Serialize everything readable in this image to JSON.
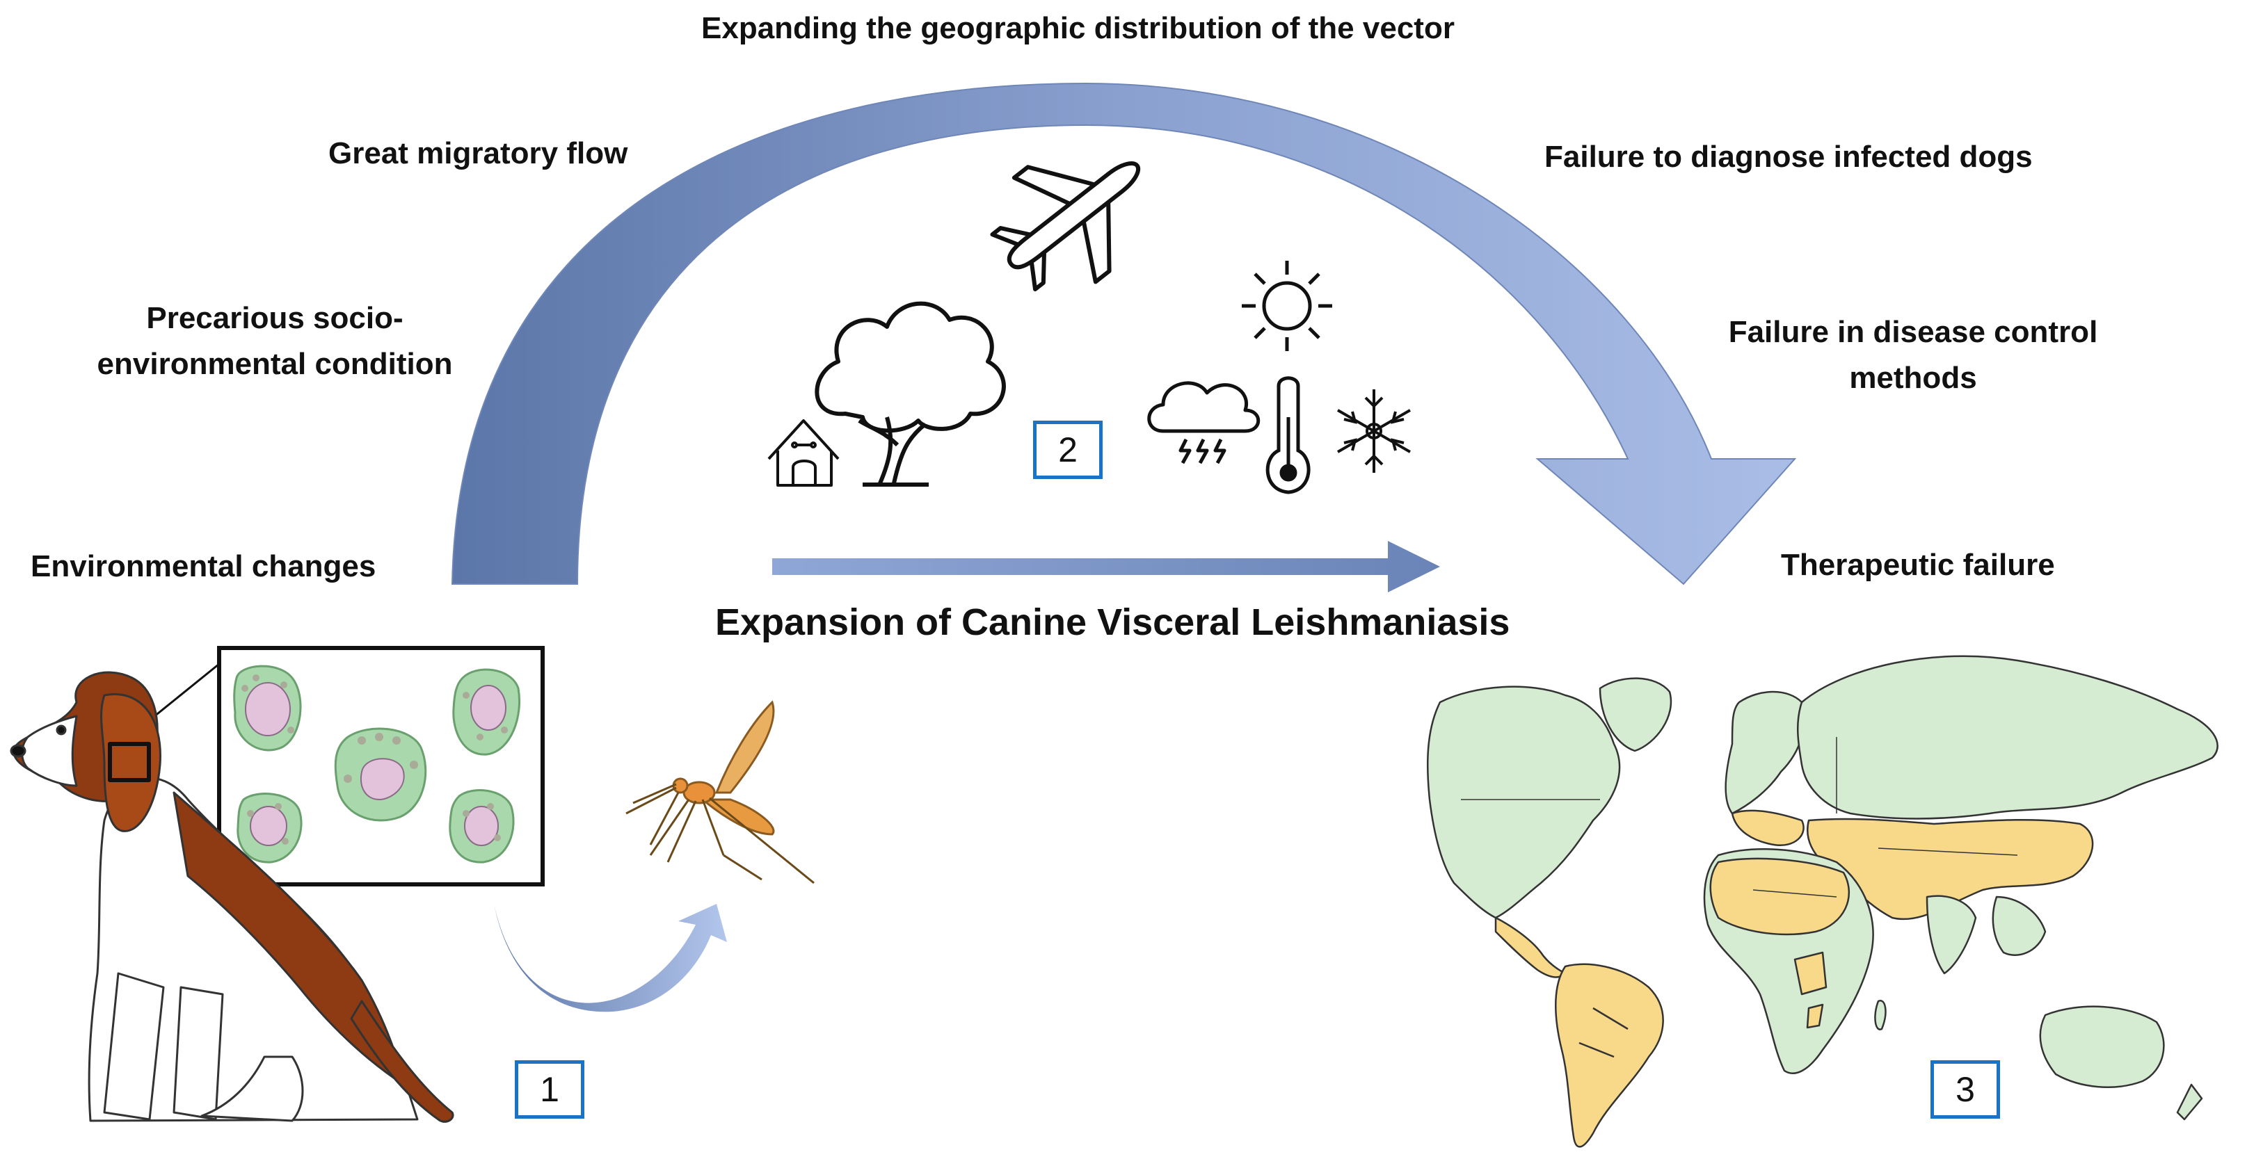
{
  "labels": {
    "top": "Expanding the geographic distribution of the vector",
    "migratory": "Great migratory flow",
    "precarious_1": "Precarious socio-",
    "precarious_2": "environmental condition",
    "environmental": "Environmental changes",
    "diagnose": "Failure to diagnose infected dogs",
    "control_1": "Failure in disease control",
    "control_2": "methods",
    "therapeutic": "Therapeutic failure",
    "main": "Expansion of Canine Visceral Leishmaniasis"
  },
  "boxes": {
    "one": "1",
    "two": "2",
    "three": "3"
  },
  "icons": [
    "dog-house-icon",
    "tree-icon",
    "airplane-icon",
    "sun-icon",
    "storm-cloud-icon",
    "thermometer-icon",
    "snowflake-icon"
  ],
  "colors": {
    "arrow_dark": "#5b76a8",
    "arrow_light": "#a9bde6",
    "box_border": "#1a73c7",
    "map_land": "#d6ecd2",
    "map_endemic": "#f8d98a",
    "macrophage": "#a8d8ac",
    "nucleus": "#e3c3dc",
    "dog_brown": "#8e3a12"
  }
}
